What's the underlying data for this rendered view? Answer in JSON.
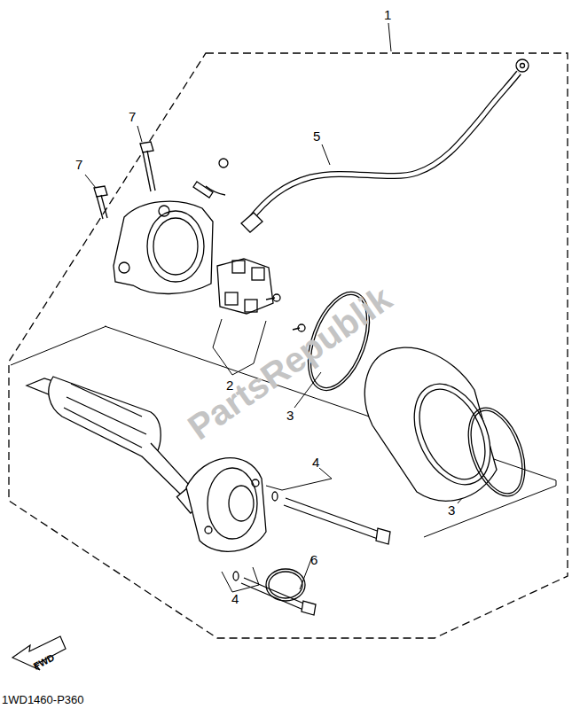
{
  "diagram": {
    "labels": [
      "1",
      "7",
      "7",
      "5",
      "PartsRepublik",
      "2",
      "3",
      "4",
      "6",
      "3",
      "4",
      "FWD",
      "1WD1460-P360"
    ]
  }
}
